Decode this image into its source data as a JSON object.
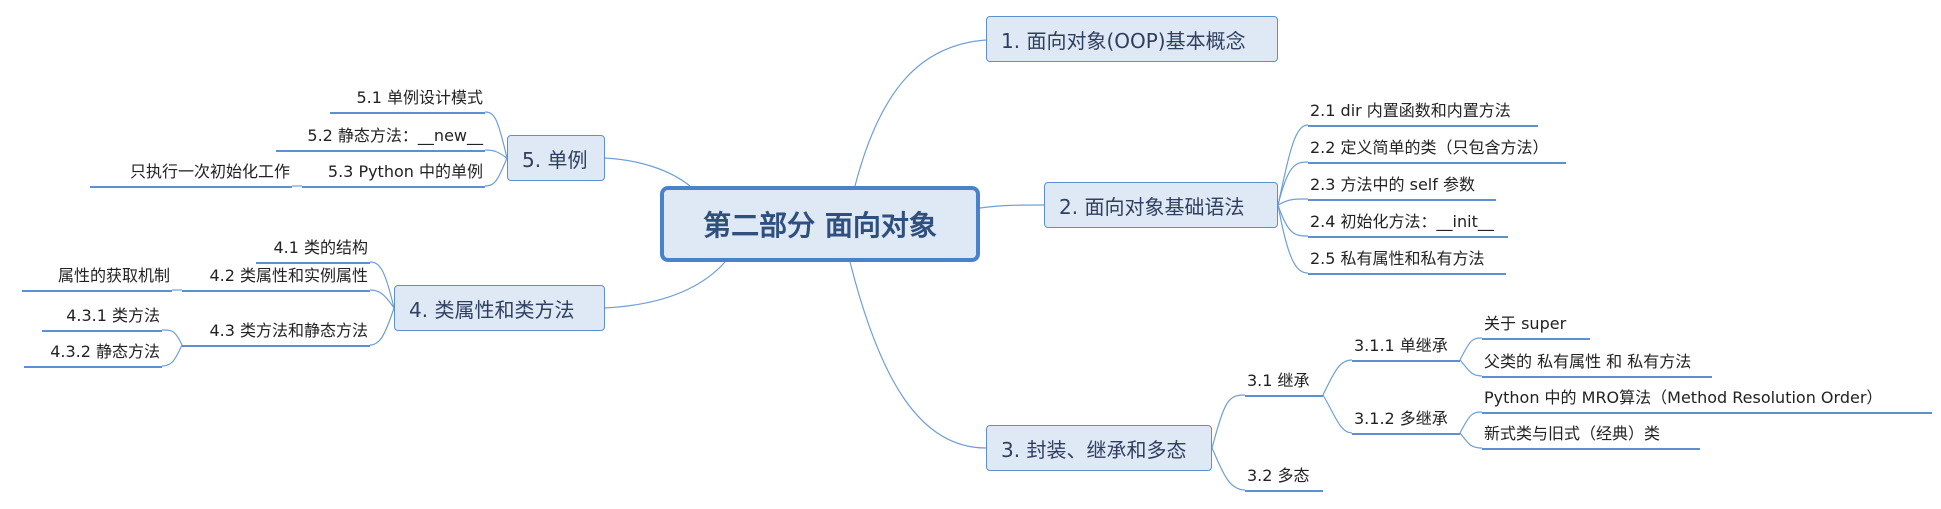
{
  "center": "第二部分 面向对象",
  "nodes": {
    "b1": "1. 面向对象(OOP)基本概念",
    "b2": "2. 面向对象基础语法",
    "b2_1": "2.1 dir 内置函数和内置方法",
    "b2_2": "2.2 定义简单的类（只包含方法）",
    "b2_3": "2.3 方法中的 self 参数",
    "b2_4": "2.4 初始化方法：__init__",
    "b2_5": "2.5 私有属性和私有方法",
    "b3": "3. 封装、继承和多态",
    "b3_1": "3.1 继承",
    "b3_1_1": "3.1.1 单继承",
    "b3_1_1_a": "关于 super",
    "b3_1_1_b": "父类的 私有属性 和 私有方法",
    "b3_1_2": "3.1.2 多继承",
    "b3_1_2_a": "Python 中的 MRO算法（Method Resolution Order）",
    "b3_1_2_b": "新式类与旧式（经典）类",
    "b3_2": "3.2 多态",
    "b4": "4. 类属性和类方法",
    "b4_1": "4.1 类的结构",
    "b4_2": "4.2 类属性和实例属性",
    "b4_2_a": "属性的获取机制",
    "b4_3": "4.3 类方法和静态方法",
    "b4_3_1": "4.3.1 类方法",
    "b4_3_2": "4.3.2 静态方法",
    "b5": "5. 单例",
    "b5_1": "5.1 单例设计模式",
    "b5_2": "5.2 静态方法：__new__",
    "b5_3": "5.3 Python 中的单例",
    "b5_3_a": "只执行一次初始化工作"
  }
}
